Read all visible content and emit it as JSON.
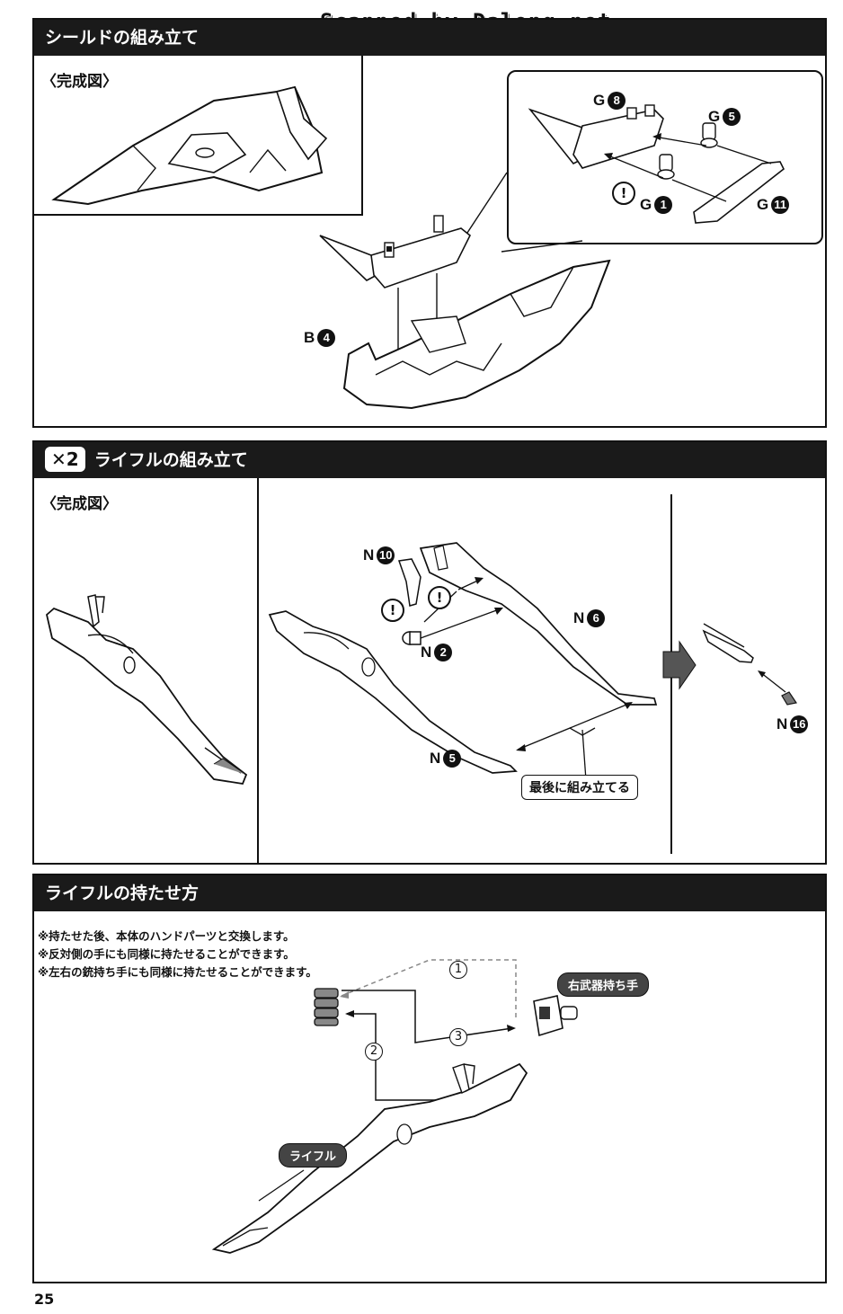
{
  "watermark": "Scanned by Dalong.net",
  "page_number": "25",
  "shield": {
    "title": "シールドの組み立て",
    "completed_label": "〈完成図〉",
    "parts": {
      "g8": {
        "letter": "G",
        "num": "8"
      },
      "g5": {
        "letter": "G",
        "num": "5"
      },
      "g1": {
        "letter": "G",
        "num": "1"
      },
      "g11": {
        "letter": "G",
        "num": "11"
      },
      "b4": {
        "letter": "B",
        "num": "4"
      }
    },
    "warn": "!"
  },
  "rifle_assembly": {
    "count_badge": "✕2",
    "title": "ライフルの組み立て",
    "completed_label": "〈完成図〉",
    "parts": {
      "n10": {
        "letter": "N",
        "num": "10"
      },
      "n6": {
        "letter": "N",
        "num": "6"
      },
      "n2": {
        "letter": "N",
        "num": "2"
      },
      "n5": {
        "letter": "N",
        "num": "5"
      },
      "n16": {
        "letter": "N",
        "num": "16"
      }
    },
    "warn": "!",
    "assemble_last": "最後に組み立てる"
  },
  "rifle_holding": {
    "title": "ライフルの持たせ方",
    "notes": [
      "※持たせた後、本体のハンドパーツと交換します。",
      "※反対側の手にも同様に持たせることができます。",
      "※左右の銃持ち手にも同様に持たせることができます。"
    ],
    "steps": [
      "1",
      "2",
      "3"
    ],
    "right_weapon_hand": "右武器持ち手",
    "rifle_label": "ライフル"
  }
}
